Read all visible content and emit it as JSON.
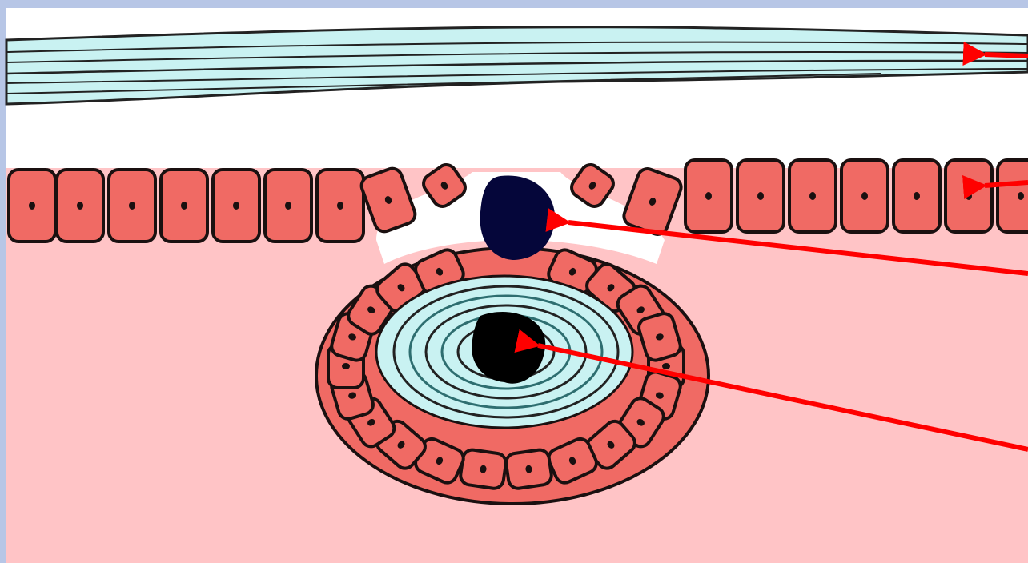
{
  "diagram": {
    "colors": {
      "frame": "#b7c6e6",
      "background": "#ffc4c6",
      "clear_space": "#ffffff",
      "cell_fill": "#f06a64",
      "cell_outline": "#1a1010",
      "nucleus": "#1a1010",
      "keratin_fill": "#c9f2f2",
      "keratin_lines": "#222222",
      "whorl_lines": "#2e6e70",
      "pore_blob": "#05063a",
      "core_blob": "#000000",
      "arrow": "#ff0000"
    },
    "icons": [
      "keratin-layer",
      "epithelial-cell",
      "pore-blob",
      "keratin-whorl",
      "core-blob",
      "pointer-arrow"
    ]
  }
}
